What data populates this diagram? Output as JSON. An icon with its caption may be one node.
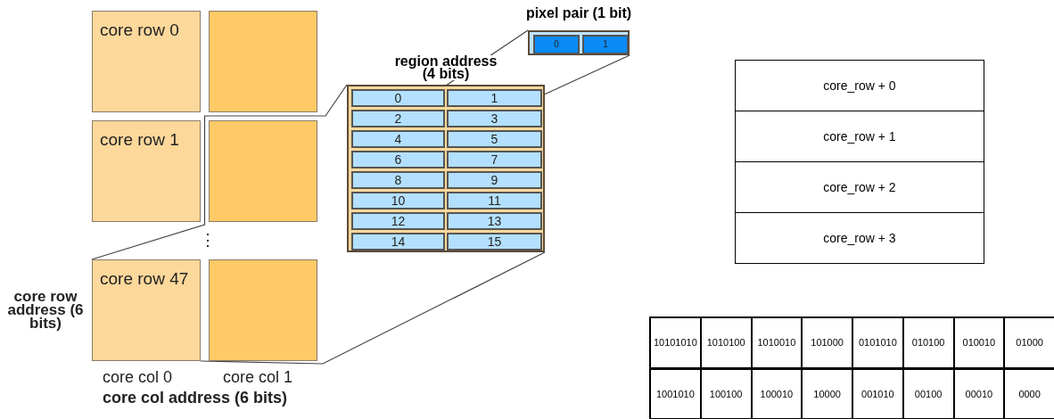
{
  "diagram": {
    "nodes": [
      {
        "text": [
          "core row 0"
        ]
      },
      {
        "text": [],
        "shape": "box"
      },
      {
        "text": [
          "core row 1"
        ]
      },
      {
        "text": [],
        "shape": "box"
      },
      {
        "text": [
          "core row 47"
        ],
        "beside": [
          "core row address (6 bits)"
        ]
      },
      {
        "text": [],
        "shape": "box"
      },
      {
        "text": [
          "region address (4 bits)"
        ]
      },
      {
        "text": [
          "0"
        ],
        "in": 6
      },
      {
        "text": [
          "1"
        ],
        "in": 6
      },
      {
        "text": [
          "2"
        ],
        "in": 6
      },
      {
        "text": [
          "3"
        ],
        "in": 6
      },
      {
        "text": [
          "4"
        ],
        "in": 6
      },
      {
        "text": [
          "5"
        ],
        "in": 6
      },
      {
        "text": [
          "6"
        ],
        "in": 6
      },
      {
        "text": [
          "7"
        ],
        "in": 6
      },
      {
        "text": [
          "8"
        ],
        "in": 6
      },
      {
        "text": [
          "9"
        ],
        "in": 6
      },
      {
        "text": [
          "10"
        ],
        "in": 6
      },
      {
        "text": [
          "11"
        ],
        "in": 6
      },
      {
        "text": [
          "12"
        ],
        "in": 6
      },
      {
        "text": [
          "13"
        ],
        "in": 6
      },
      {
        "text": [
          "14"
        ],
        "in": 6
      },
      {
        "text": [
          "15"
        ],
        "in": 6
      },
      {
        "text": [
          "pixel pair (1 bit)"
        ]
      },
      {
        "text": [
          "0"
        ],
        "in": 23
      },
      {
        "text": [
          "1"
        ],
        "in": 23
      },
      {
        "text": [
          "core_row + 0"
        ]
      },
      {
        "text": [
          "core_row + 1"
        ]
      },
      {
        "text": [
          "core_row + 2"
        ]
      },
      {
        "text": [
          "core_row + 3"
        ]
      }
    ],
    "edges": [
      {
        "from": 4,
        "to": 6,
        "arrow": "none"
      },
      {
        "from": 4,
        "to": 6,
        "arrow": "none"
      },
      {
        "from": 7,
        "to": 23,
        "arrow": "none"
      },
      {
        "from": 8,
        "to": 23,
        "arrow": "none"
      }
    ],
    "labels": [
      "⋮",
      "core col 0",
      "core col 1",
      "core col address (6 bits)",
      "10101010",
      "1010100",
      "1010010",
      "101000",
      "0101010",
      "010100",
      "010010",
      "01000",
      "1001010",
      "100100",
      "100010",
      "10000",
      "001010",
      "00100",
      "00010",
      "0000"
    ]
  }
}
